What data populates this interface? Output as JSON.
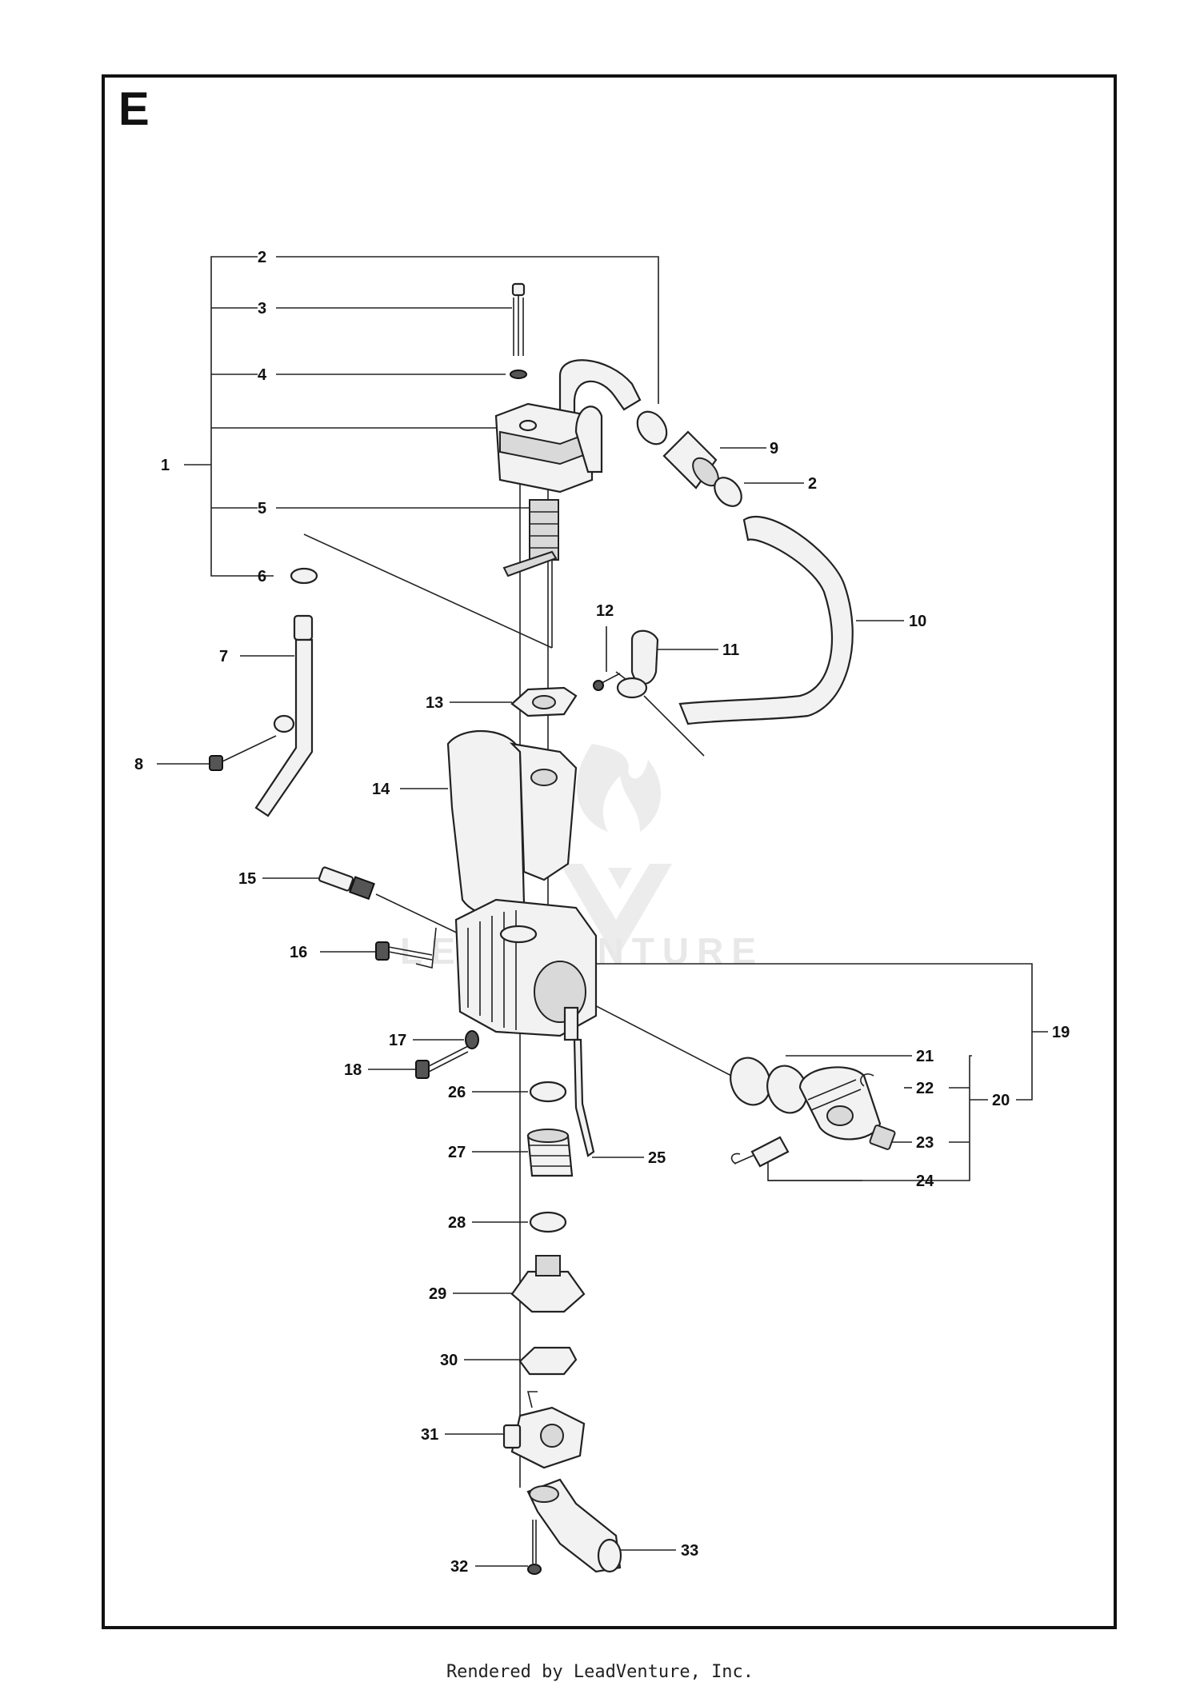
{
  "section_letter": "E",
  "footer": "Rendered by LeadVenture, Inc.",
  "watermark": "LEADVENTURE",
  "callouts": [
    "1",
    "2",
    "3",
    "4",
    "5",
    "6",
    "7",
    "8",
    "9",
    "2",
    "10",
    "11",
    "12",
    "13",
    "14",
    "15",
    "16",
    "17",
    "18",
    "19",
    "20",
    "21",
    "22",
    "23",
    "24",
    "25",
    "26",
    "27",
    "28",
    "29",
    "30",
    "31",
    "32",
    "33"
  ]
}
